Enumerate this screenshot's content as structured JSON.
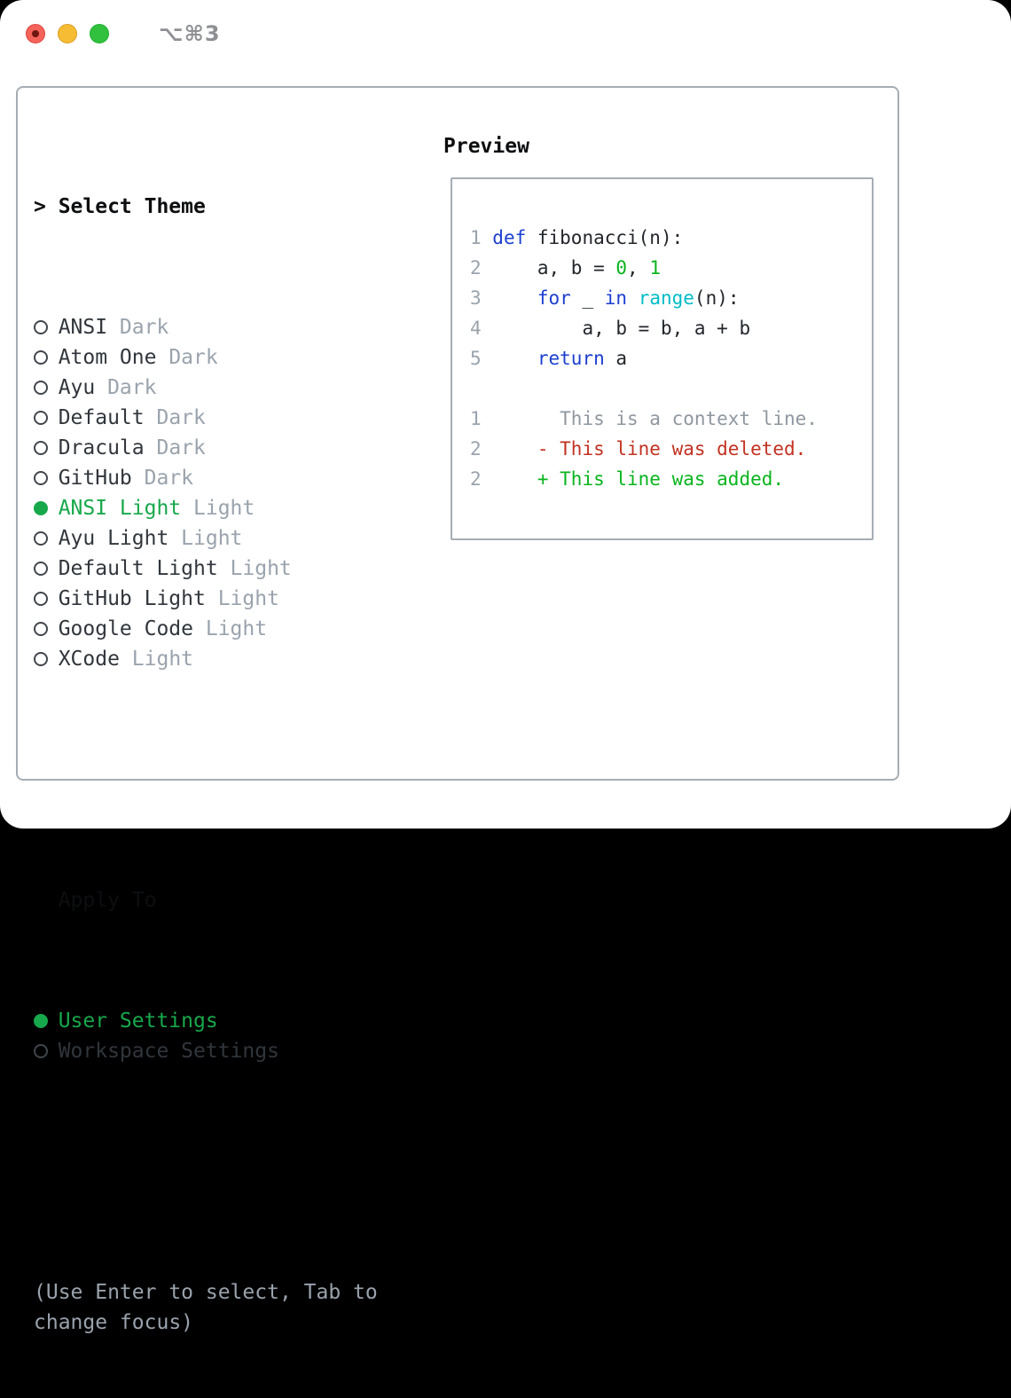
{
  "colors": {
    "ui_green": "#17a84b",
    "code_blue": "#1c3fd0",
    "code_cyan": "#00bcc6",
    "code_green": "#09b41e",
    "code_red": "#c23222",
    "mac_red": "#f4645a",
    "mac_yellow": "#f6bc33",
    "mac_green": "#32c13e"
  },
  "window": {
    "titlebar": {
      "shortcut": "⌥⌘3",
      "traffic_lights": [
        "close",
        "minimize",
        "zoom"
      ]
    }
  },
  "theme_panel": {
    "header": {
      "prompt": ">",
      "label": "Select Theme"
    },
    "themes": [
      {
        "name": "ANSI",
        "variant": "Dark",
        "selected": false
      },
      {
        "name": "Atom One",
        "variant": "Dark",
        "selected": false
      },
      {
        "name": "Ayu",
        "variant": "Dark",
        "selected": false
      },
      {
        "name": "Default",
        "variant": "Dark",
        "selected": false
      },
      {
        "name": "Dracula",
        "variant": "Dark",
        "selected": false
      },
      {
        "name": "GitHub",
        "variant": "Dark",
        "selected": false
      },
      {
        "name": "ANSI Light",
        "variant": "Light",
        "selected": true
      },
      {
        "name": "Ayu Light",
        "variant": "Light",
        "selected": false
      },
      {
        "name": "Default Light",
        "variant": "Light",
        "selected": false
      },
      {
        "name": "GitHub Light",
        "variant": "Light",
        "selected": false
      },
      {
        "name": "Google Code",
        "variant": "Light",
        "selected": false
      },
      {
        "name": "XCode",
        "variant": "Light",
        "selected": false
      }
    ],
    "apply_to": {
      "label": "Apply To",
      "options": [
        {
          "name": "User Settings",
          "selected": true
        },
        {
          "name": "Workspace Settings",
          "selected": false
        }
      ]
    },
    "help_text": "(Use Enter to select, Tab to change focus)"
  },
  "preview": {
    "title": "Preview",
    "lines": [
      {
        "segments": [
          {
            "t": "1 ",
            "c": "num"
          },
          {
            "t": "def",
            "c": "blue"
          },
          {
            "t": " fibonacci(n):",
            "c": "fg"
          }
        ]
      },
      {
        "segments": [
          {
            "t": "2 ",
            "c": "num"
          },
          {
            "t": "    a, b = ",
            "c": "fg"
          },
          {
            "t": "0",
            "c": "green"
          },
          {
            "t": ", ",
            "c": "fg"
          },
          {
            "t": "1",
            "c": "green"
          }
        ]
      },
      {
        "segments": [
          {
            "t": "3 ",
            "c": "num"
          },
          {
            "t": "    ",
            "c": "fg"
          },
          {
            "t": "for",
            "c": "blue"
          },
          {
            "t": " _ ",
            "c": "fg"
          },
          {
            "t": "in",
            "c": "blue"
          },
          {
            "t": " ",
            "c": "fg"
          },
          {
            "t": "range",
            "c": "cyan"
          },
          {
            "t": "(n):",
            "c": "fg"
          }
        ]
      },
      {
        "segments": [
          {
            "t": "4 ",
            "c": "num"
          },
          {
            "t": "        a, b = b, a + b",
            "c": "fg"
          }
        ]
      },
      {
        "segments": [
          {
            "t": "5 ",
            "c": "num"
          },
          {
            "t": "    ",
            "c": "fg"
          },
          {
            "t": "return",
            "c": "blue"
          },
          {
            "t": " a",
            "c": "fg"
          }
        ]
      },
      {
        "segments": []
      },
      {
        "segments": [
          {
            "t": "1 ",
            "c": "num"
          },
          {
            "t": "      This is a context line.",
            "c": "context"
          }
        ]
      },
      {
        "segments": [
          {
            "t": "2 ",
            "c": "num"
          },
          {
            "t": "    ",
            "c": "fg"
          },
          {
            "t": "- This line was deleted.",
            "c": "red"
          }
        ]
      },
      {
        "segments": [
          {
            "t": "2 ",
            "c": "num"
          },
          {
            "t": "    ",
            "c": "fg"
          },
          {
            "t": "+ This line was added.",
            "c": "green"
          }
        ]
      }
    ]
  }
}
